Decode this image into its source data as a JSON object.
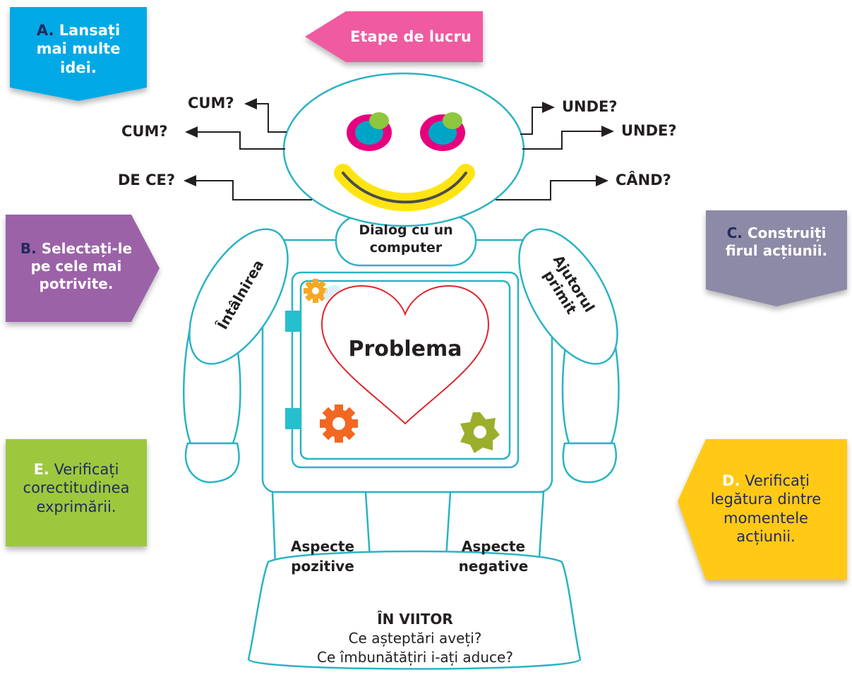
{
  "header": {
    "label": "Etape de lucru"
  },
  "steps": {
    "a": {
      "letter": "A.",
      "text_1": "Lansați",
      "text_2": "mai multe",
      "text_3": "idei."
    },
    "b": {
      "letter": "B.",
      "text_1": "Selectați-le",
      "text_2": "pe cele mai",
      "text_3": "potrivite."
    },
    "c": {
      "letter": "C.",
      "text_1": "Construiți",
      "text_2": "firul acțiunii."
    },
    "d": {
      "letter": "D.",
      "text_1": "Verificați",
      "text_2": "legătura dintre",
      "text_3": "momentele",
      "text_4": "acțiunii."
    },
    "e": {
      "letter": "E.",
      "text_1": "Verificați",
      "text_2": "corectitudinea",
      "text_3": "exprimării."
    }
  },
  "questions": {
    "left_1": "CUM?",
    "left_2": "CUM?",
    "left_3": "DE CE?",
    "right_1": "UNDE?",
    "right_2": "UNDE?",
    "right_3": "CÂND?"
  },
  "robot": {
    "neck_line_1": "Dialog cu un",
    "neck_line_2": "computer",
    "left_arm": "Întâlnirea",
    "right_arm_1": "Ajutorul",
    "right_arm_2": "primit",
    "body": "Problema",
    "left_leg_1": "Aspecte",
    "left_leg_2": "pozitive",
    "right_leg_1": "Aspecte",
    "right_leg_2": "negative",
    "feet_title": "ÎN VIITOR",
    "feet_line_1": "Ce așteptări aveți?",
    "feet_line_2": "Ce îmbunătățiri i-ați aduce?"
  },
  "colors": {
    "outline": "#2ab3c4",
    "pink": "#ef5aa0",
    "blue": "#00a9e6",
    "purple": "#9b62a8",
    "grey": "#8c8aa6",
    "yellow": "#ffc914",
    "green": "#9dc83c",
    "heart": "#e0242b"
  }
}
